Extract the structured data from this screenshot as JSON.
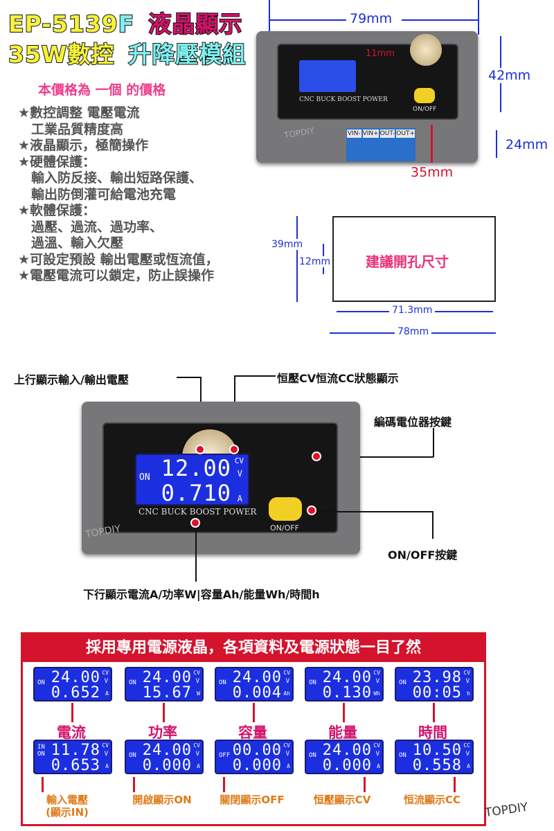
{
  "header": {
    "model": "EP-5139",
    "model_suffix": "F",
    "title_right": "液晶顯示",
    "line2_left": "35W數控",
    "line2_right": "升降壓模組"
  },
  "price_note": "本價格為 一個 的價格",
  "features": [
    "★數控調整 電壓電流",
    "　工業品質精度高",
    "★液晶顯示，極簡操作",
    "★硬體保護：",
    "　輸入防反接、輸出短路保護、",
    "　輸出防倒灌可給電池充電",
    "★軟體保護：",
    "　過壓、過流、過功率、",
    "　過溫、輸入欠壓",
    "★可設定預設 輸出電壓或恆流值，",
    "★電壓電流可以鎖定，防止誤操作"
  ],
  "dimensions": {
    "width": "79mm",
    "lcd_gap": "11mm",
    "height": "42mm",
    "depth": "24mm",
    "terminal": "35mm"
  },
  "module": {
    "label": "CNC BUCK BOOST POWER",
    "onoff": "ON/OFF",
    "watermark": "TOPDIY",
    "terminals": [
      "VIN-",
      "VIN+",
      "OUT-",
      "OUT+"
    ]
  },
  "cutout": {
    "title": "建議開孔尺寸",
    "height": "39mm",
    "notch": "12mm",
    "inner_width": "71.3mm",
    "outer_width": "78mm"
  },
  "diagram": {
    "upper_line": "上行顯示輸入/輸出電壓",
    "cvcc": "恒壓CV恒流CC狀態顯示",
    "encoder": "編碼電位器按鍵",
    "onoff_key": "ON/OFF按鍵",
    "lower_line": "下行顯示電流A/功率W|容量Ah/能量Wh/時間h",
    "lcd": {
      "state": "ON",
      "v": "12.00",
      "vu": "V",
      "mode": "CV",
      "a": "0.710",
      "au": "A"
    },
    "label": "CNC BUCK BOOST POWER",
    "onoff": "ON/OFF",
    "watermark": "TOPDIY"
  },
  "gallery": {
    "heading": "採用專用電源液晶，各項資料及電源狀態一目了然",
    "top": [
      {
        "state": "ON",
        "v": "24.00",
        "vu": "V",
        "mode": "CV",
        "a": "0.652",
        "au": "A",
        "caption": "電流"
      },
      {
        "state": "ON",
        "v": "24.00",
        "vu": "V",
        "mode": "CV",
        "a": "15.67",
        "au": "W",
        "caption": "功率"
      },
      {
        "state": "ON",
        "v": "24.00",
        "vu": "V",
        "mode": "CV",
        "a": "0.004",
        "au": "Ah",
        "caption": "容量"
      },
      {
        "state": "ON",
        "v": "24.00",
        "vu": "V",
        "mode": "CV",
        "a": "0.130",
        "au": "Wh",
        "caption": "能量"
      },
      {
        "state": "ON",
        "v": "23.98",
        "vu": "V",
        "mode": "CV",
        "a": "00:05",
        "au": "h",
        "caption": "時間"
      }
    ],
    "bottom": [
      {
        "state": "IN ON",
        "v": "11.78",
        "vu": "V",
        "mode": "CV",
        "a": "0.653",
        "au": "A",
        "caption": "輸入電壓\n(顯示IN)"
      },
      {
        "state": "ON",
        "v": "24.00",
        "vu": "V",
        "mode": "CV",
        "a": "0.000",
        "au": "A",
        "caption": "開啟顯示ON"
      },
      {
        "state": "OFF",
        "v": "00.00",
        "vu": "V",
        "mode": "CV",
        "a": "0.000",
        "au": "A",
        "caption": "關閉顯示OFF"
      },
      {
        "state": "ON",
        "v": "24.00",
        "vu": "V",
        "mode": "CV",
        "a": "0.000",
        "au": "A",
        "caption": "恒壓顯示CV"
      },
      {
        "state": "ON",
        "v": "10.50",
        "vu": "V",
        "mode": "CC",
        "a": "0.558",
        "au": "A",
        "caption": "恒流顯示CC"
      }
    ],
    "watermark": "TOPDIY"
  },
  "colors": {
    "title_yellow": "#f6f23a",
    "title_magenta": "#d4126a",
    "title_cyan": "#7ff0f0",
    "dimension_blue": "#1a2fd6",
    "accent_red": "#d4132c",
    "lcd_blue": "#1c2fe0",
    "caption_orange": "#e07a16"
  }
}
